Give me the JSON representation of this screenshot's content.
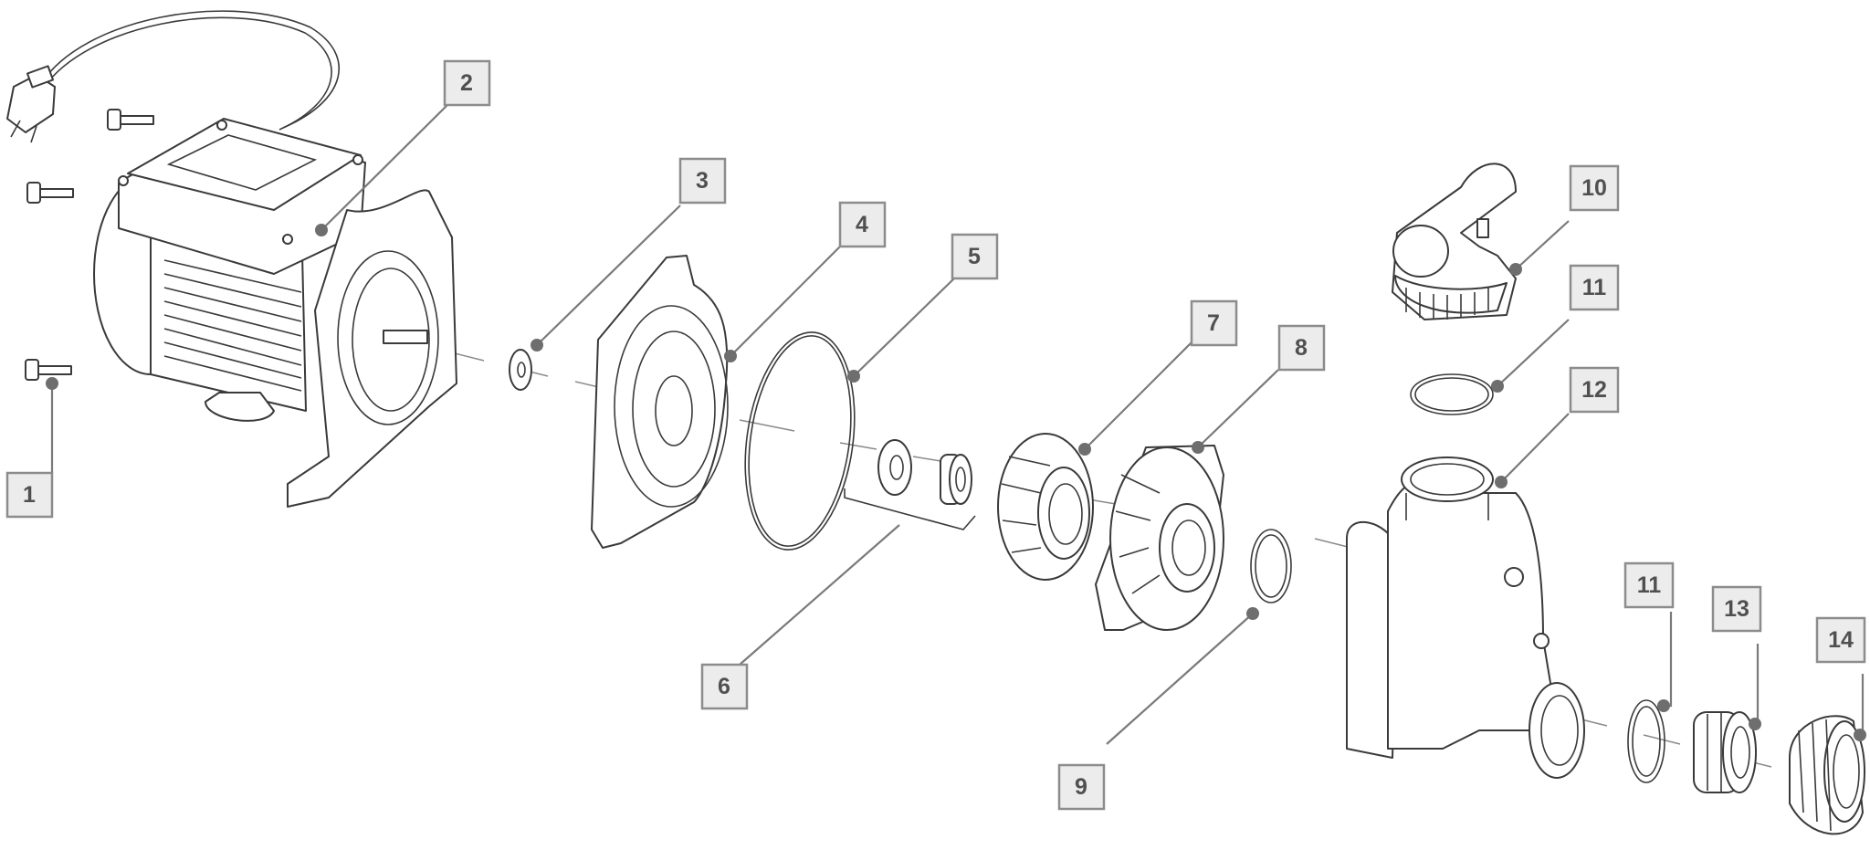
{
  "callouts": [
    {
      "id": "c1",
      "label": "1"
    },
    {
      "id": "c2",
      "label": "2"
    },
    {
      "id": "c3",
      "label": "3"
    },
    {
      "id": "c4",
      "label": "4"
    },
    {
      "id": "c5",
      "label": "5"
    },
    {
      "id": "c6",
      "label": "6"
    },
    {
      "id": "c7",
      "label": "7"
    },
    {
      "id": "c8",
      "label": "8"
    },
    {
      "id": "c9",
      "label": "9"
    },
    {
      "id": "c10",
      "label": "10"
    },
    {
      "id": "c11a",
      "label": "11"
    },
    {
      "id": "c11b",
      "label": "11"
    },
    {
      "id": "c12",
      "label": "12"
    },
    {
      "id": "c13",
      "label": "13"
    },
    {
      "id": "c14",
      "label": "14"
    }
  ]
}
